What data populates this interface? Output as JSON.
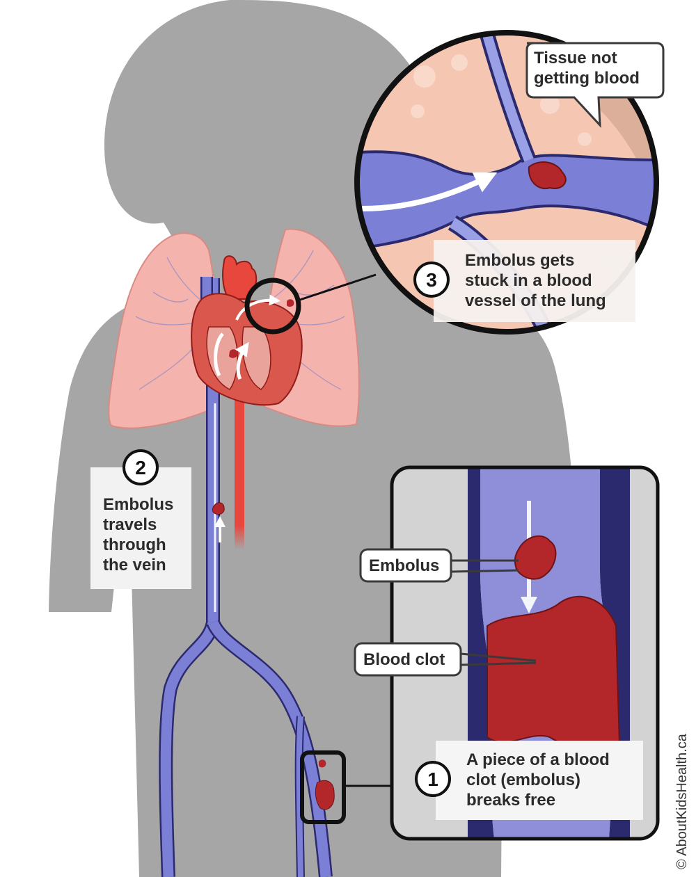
{
  "step1": {
    "number": "1",
    "lines": [
      "A piece of a blood",
      "clot (embolus)",
      "breaks free"
    ]
  },
  "step2": {
    "number": "2",
    "lines": [
      "Embolus",
      "travels",
      "through",
      "the vein"
    ]
  },
  "step3": {
    "number": "3",
    "lines": [
      "Embolus gets",
      "stuck in a blood",
      "vessel of the lung"
    ]
  },
  "callouts": {
    "tissue": [
      "Tissue not",
      "getting blood"
    ],
    "embolus": "Embolus",
    "blood_clot": "Blood clot"
  },
  "credit": "© AboutKidsHealth.ca",
  "colors": {
    "silhouette": "#a6a6a6",
    "vein": "#7b7fd6",
    "vein_outline": "#2c2a6e",
    "artery": "#e8473e",
    "clot": "#b3262a",
    "lung": "#f4b4ad",
    "tissue": "#f5c6b2"
  }
}
